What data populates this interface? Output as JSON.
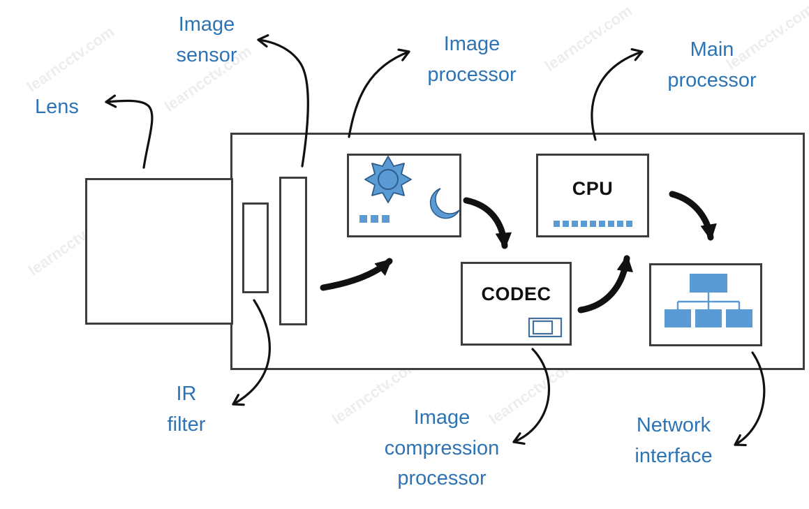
{
  "labels": {
    "lens": "Lens",
    "image_sensor": "Image\nsensor",
    "image_processor": "Image\nprocessor",
    "main_processor": "Main\nprocessor",
    "ir_filter": "IR\nfilter",
    "image_compression_processor": "Image\ncompression\nprocessor",
    "network_interface": "Network\ninterface"
  },
  "components": {
    "cpu_label": "CPU",
    "codec_label": "CODEC"
  },
  "watermark": {
    "text": "learncctv.com"
  },
  "colors": {
    "label_blue": "#2E74B5",
    "icon_blue": "#5B9BD5",
    "icon_outline": "#2E5B8A",
    "box_border": "#3d3d3d",
    "arrow_black": "#111111"
  }
}
